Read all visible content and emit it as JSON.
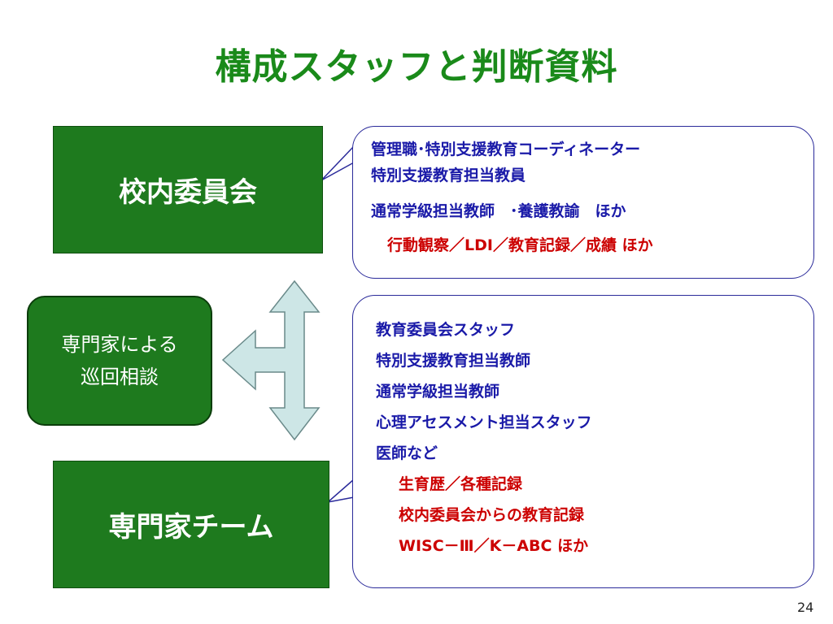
{
  "slide": {
    "title": "構成スタッフと判断資料",
    "page_number": "24"
  },
  "school_committee": {
    "label": "校内委員会",
    "members": [
      "管理職･特別支援教育コーディネーター",
      "特別支援教育担当教員",
      "通常学級担当教師　･養護教諭　ほか"
    ],
    "materials": "行動観察／LDI／教育記録／成績 ほか"
  },
  "expert_visit": {
    "line1": "専門家による",
    "line2": "巡回相談"
  },
  "expert_team": {
    "label": "専門家チーム",
    "members": [
      "教育委員会スタッフ",
      "特別支援教育担当教師",
      "通常学級担当教師",
      "心理アセスメント担当スタッフ",
      "医師など"
    ],
    "materials": [
      "生育歴／各種記録",
      "校内委員会からの教育記録",
      "WISC－Ⅲ／K－ABC ほか"
    ]
  },
  "colors": {
    "title": "#1a8a1a",
    "box_fill": "#1e7a1e",
    "member_text": "#1a1aa8",
    "material_text": "#cc0000",
    "arrow_fill": "#cde6e6",
    "callout_border": "#2a2a9a"
  }
}
